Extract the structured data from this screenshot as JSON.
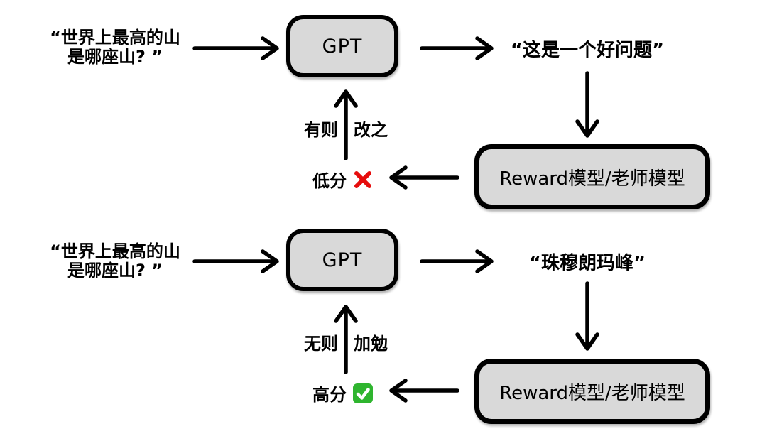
{
  "colors": {
    "background": "#ffffff",
    "box_fill": "#d9d9d9",
    "box_border": "#000000",
    "arrow": "#000000",
    "text": "#000000",
    "cross_red": "#e60d0d",
    "check_green": "#2fb52f",
    "check_mark": "#ffffff"
  },
  "flows": [
    {
      "prompt_line1": "“世界上最高的山",
      "prompt_line2": "是哪座山? ”",
      "model_label": "GPT",
      "output": "“这是一个好问题”",
      "evaluator_label": "Reward模型/老师模型",
      "score_label": "低分",
      "score_icon": "cross-mark-icon",
      "feedback_label_left": "有则",
      "feedback_label_right": "改之"
    },
    {
      "prompt_line1": "“世界上最高的山",
      "prompt_line2": "是哪座山? ”",
      "model_label": "GPT",
      "output": "“珠穆朗玛峰”",
      "evaluator_label": "Reward模型/老师模型",
      "score_label": "高分",
      "score_icon": "check-mark-icon",
      "feedback_label_left": "无则",
      "feedback_label_right": "加勉"
    }
  ]
}
